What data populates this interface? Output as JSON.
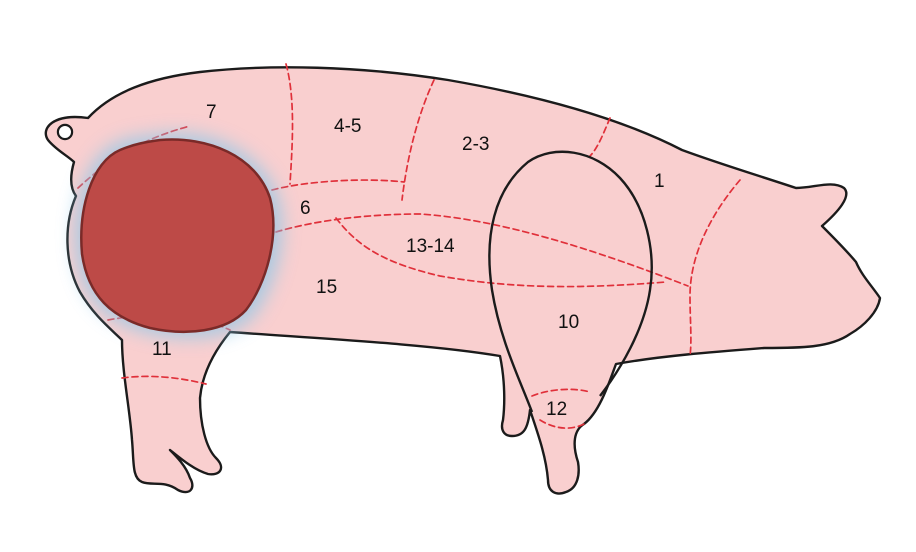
{
  "colors": {
    "body": "#f9cfcf",
    "outline": "#1b1b1b",
    "cut_lines": "#e0303a",
    "highlight_fill": "#bd4a47",
    "highlight_glow": "#8fc8e8"
  },
  "cuts": [
    {
      "id": "1",
      "label": "1"
    },
    {
      "id": "2-3",
      "label": "2-3"
    },
    {
      "id": "4-5",
      "label": "4-5"
    },
    {
      "id": "6",
      "label": "6"
    },
    {
      "id": "7",
      "label": "7"
    },
    {
      "id": "10",
      "label": "10"
    },
    {
      "id": "11",
      "label": "11"
    },
    {
      "id": "12",
      "label": "12"
    },
    {
      "id": "13-14",
      "label": "13-14"
    },
    {
      "id": "15",
      "label": "15"
    }
  ],
  "highlighted_cut": "ham"
}
